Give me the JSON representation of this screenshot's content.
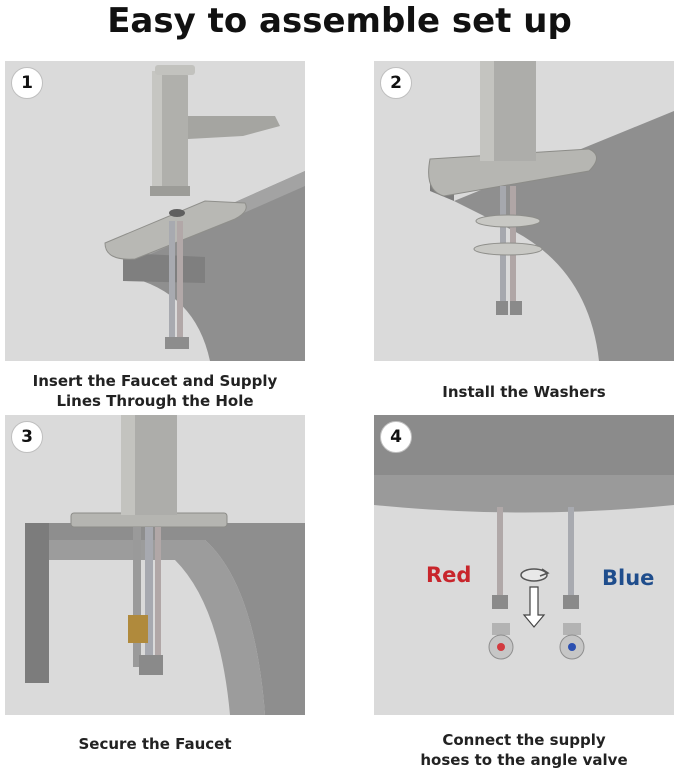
{
  "title": "Easy to assemble set up",
  "steps": [
    {
      "number": "1",
      "caption_lines": [
        "Insert the Faucet and Supply",
        "Lines Through the Hole"
      ]
    },
    {
      "number": "2",
      "caption_lines": [
        "Install the Washers"
      ]
    },
    {
      "number": "3",
      "caption_lines": [
        "Secure the Faucet"
      ]
    },
    {
      "number": "4",
      "caption_lines": [
        "Connect the supply",
        "hoses to the angle valve"
      ],
      "labels": {
        "red": "Red",
        "blue": "Blue"
      }
    }
  ],
  "colors": {
    "panel_bg": "#dadada",
    "sink_gray": "#8c8c8c",
    "faucet_metal": "#a9a9a6",
    "red_label": "#c8252b",
    "blue_label": "#1f4d8c"
  },
  "icons": [
    "faucet",
    "supply-line",
    "washer",
    "mounting-nut",
    "angle-valve",
    "rotate-arrow-icon",
    "down-arrow-icon"
  ]
}
